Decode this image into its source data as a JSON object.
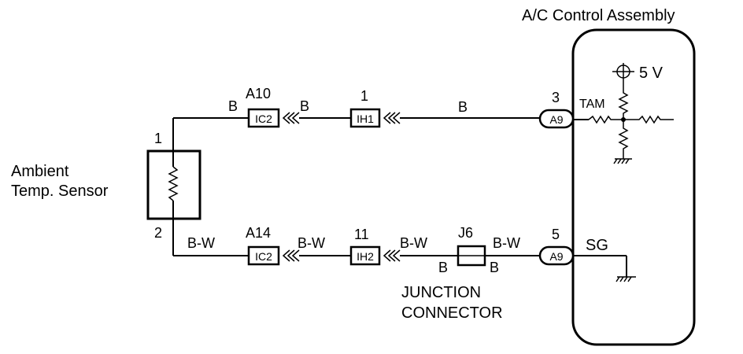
{
  "assembly": {
    "title": "A/C Control Assembly",
    "voltage": "5 V",
    "tam": "TAM",
    "sg": "SG"
  },
  "sensor": {
    "line1": "Ambient",
    "line2": "Temp. Sensor",
    "pin_top": "1",
    "pin_bottom": "2"
  },
  "top_wire": {
    "conn_a": {
      "name": "A10",
      "code": "IC2",
      "wire_color": "B"
    },
    "conn_b": {
      "pin": "1",
      "code": "IH1",
      "wire_color_left": "B",
      "wire_color_right": "B"
    },
    "terminal": {
      "pin": "3",
      "code": "A9"
    }
  },
  "bottom_wire": {
    "conn_a": {
      "name": "A14",
      "code": "IC2",
      "wire_color": "B-W"
    },
    "conn_b": {
      "pin": "11",
      "code": "IH2",
      "wire_color_left": "B-W",
      "wire_color_right": "B-W"
    },
    "junction": {
      "name": "J6",
      "pin_left": "B",
      "pin_right": "B",
      "label_line1": "JUNCTION",
      "label_line2": "CONNECTOR",
      "wire_color_right": "B-W"
    },
    "terminal": {
      "pin": "5",
      "code": "A9"
    }
  }
}
